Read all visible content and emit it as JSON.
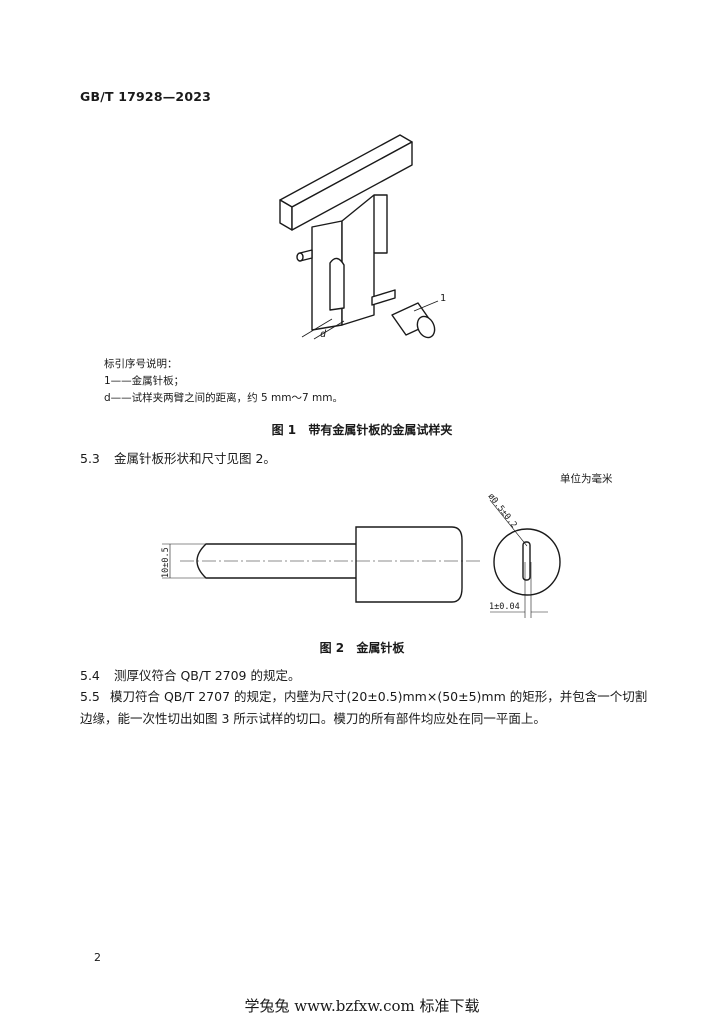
{
  "header": {
    "standard_no": "GB/T 17928—2023"
  },
  "figure1": {
    "callout_1": "1",
    "callout_d": "d",
    "legend_title": "标引序号说明：",
    "legend_items": [
      "1——金属针板；",
      "d——试样夹两臂之间的距离，约 5 mm～7 mm。"
    ],
    "caption_no": "图 1",
    "caption_text": "带有金属针板的金属试样夹"
  },
  "clause_5_3": {
    "no": "5.3",
    "text": "金属针板形状和尺寸见图 2。"
  },
  "figure2": {
    "units_note": "单位为毫米",
    "dim_diameter": "10±0.5",
    "dim_blade": "ø0.5±0.2",
    "dim_width": "1±0.04",
    "caption_no": "图 2",
    "caption_text": "金属针板"
  },
  "clause_5_4": {
    "no": "5.4",
    "text": "测厚仪符合 QB/T 2709 的规定。"
  },
  "clause_5_5": {
    "no": "5.5",
    "line1": "模刀符合 QB/T 2707 的规定，内壁为尺寸(20±0.5)mm×(50±5)mm 的矩形，并包含一个切割",
    "line2": "边缘，能一次性切出如图 3 所示试样的切口。模刀的所有部件均应处在同一平面上。"
  },
  "page_number": "2",
  "footer": {
    "watermark": "学兔兔 www.bzfxw.com 标准下载"
  }
}
